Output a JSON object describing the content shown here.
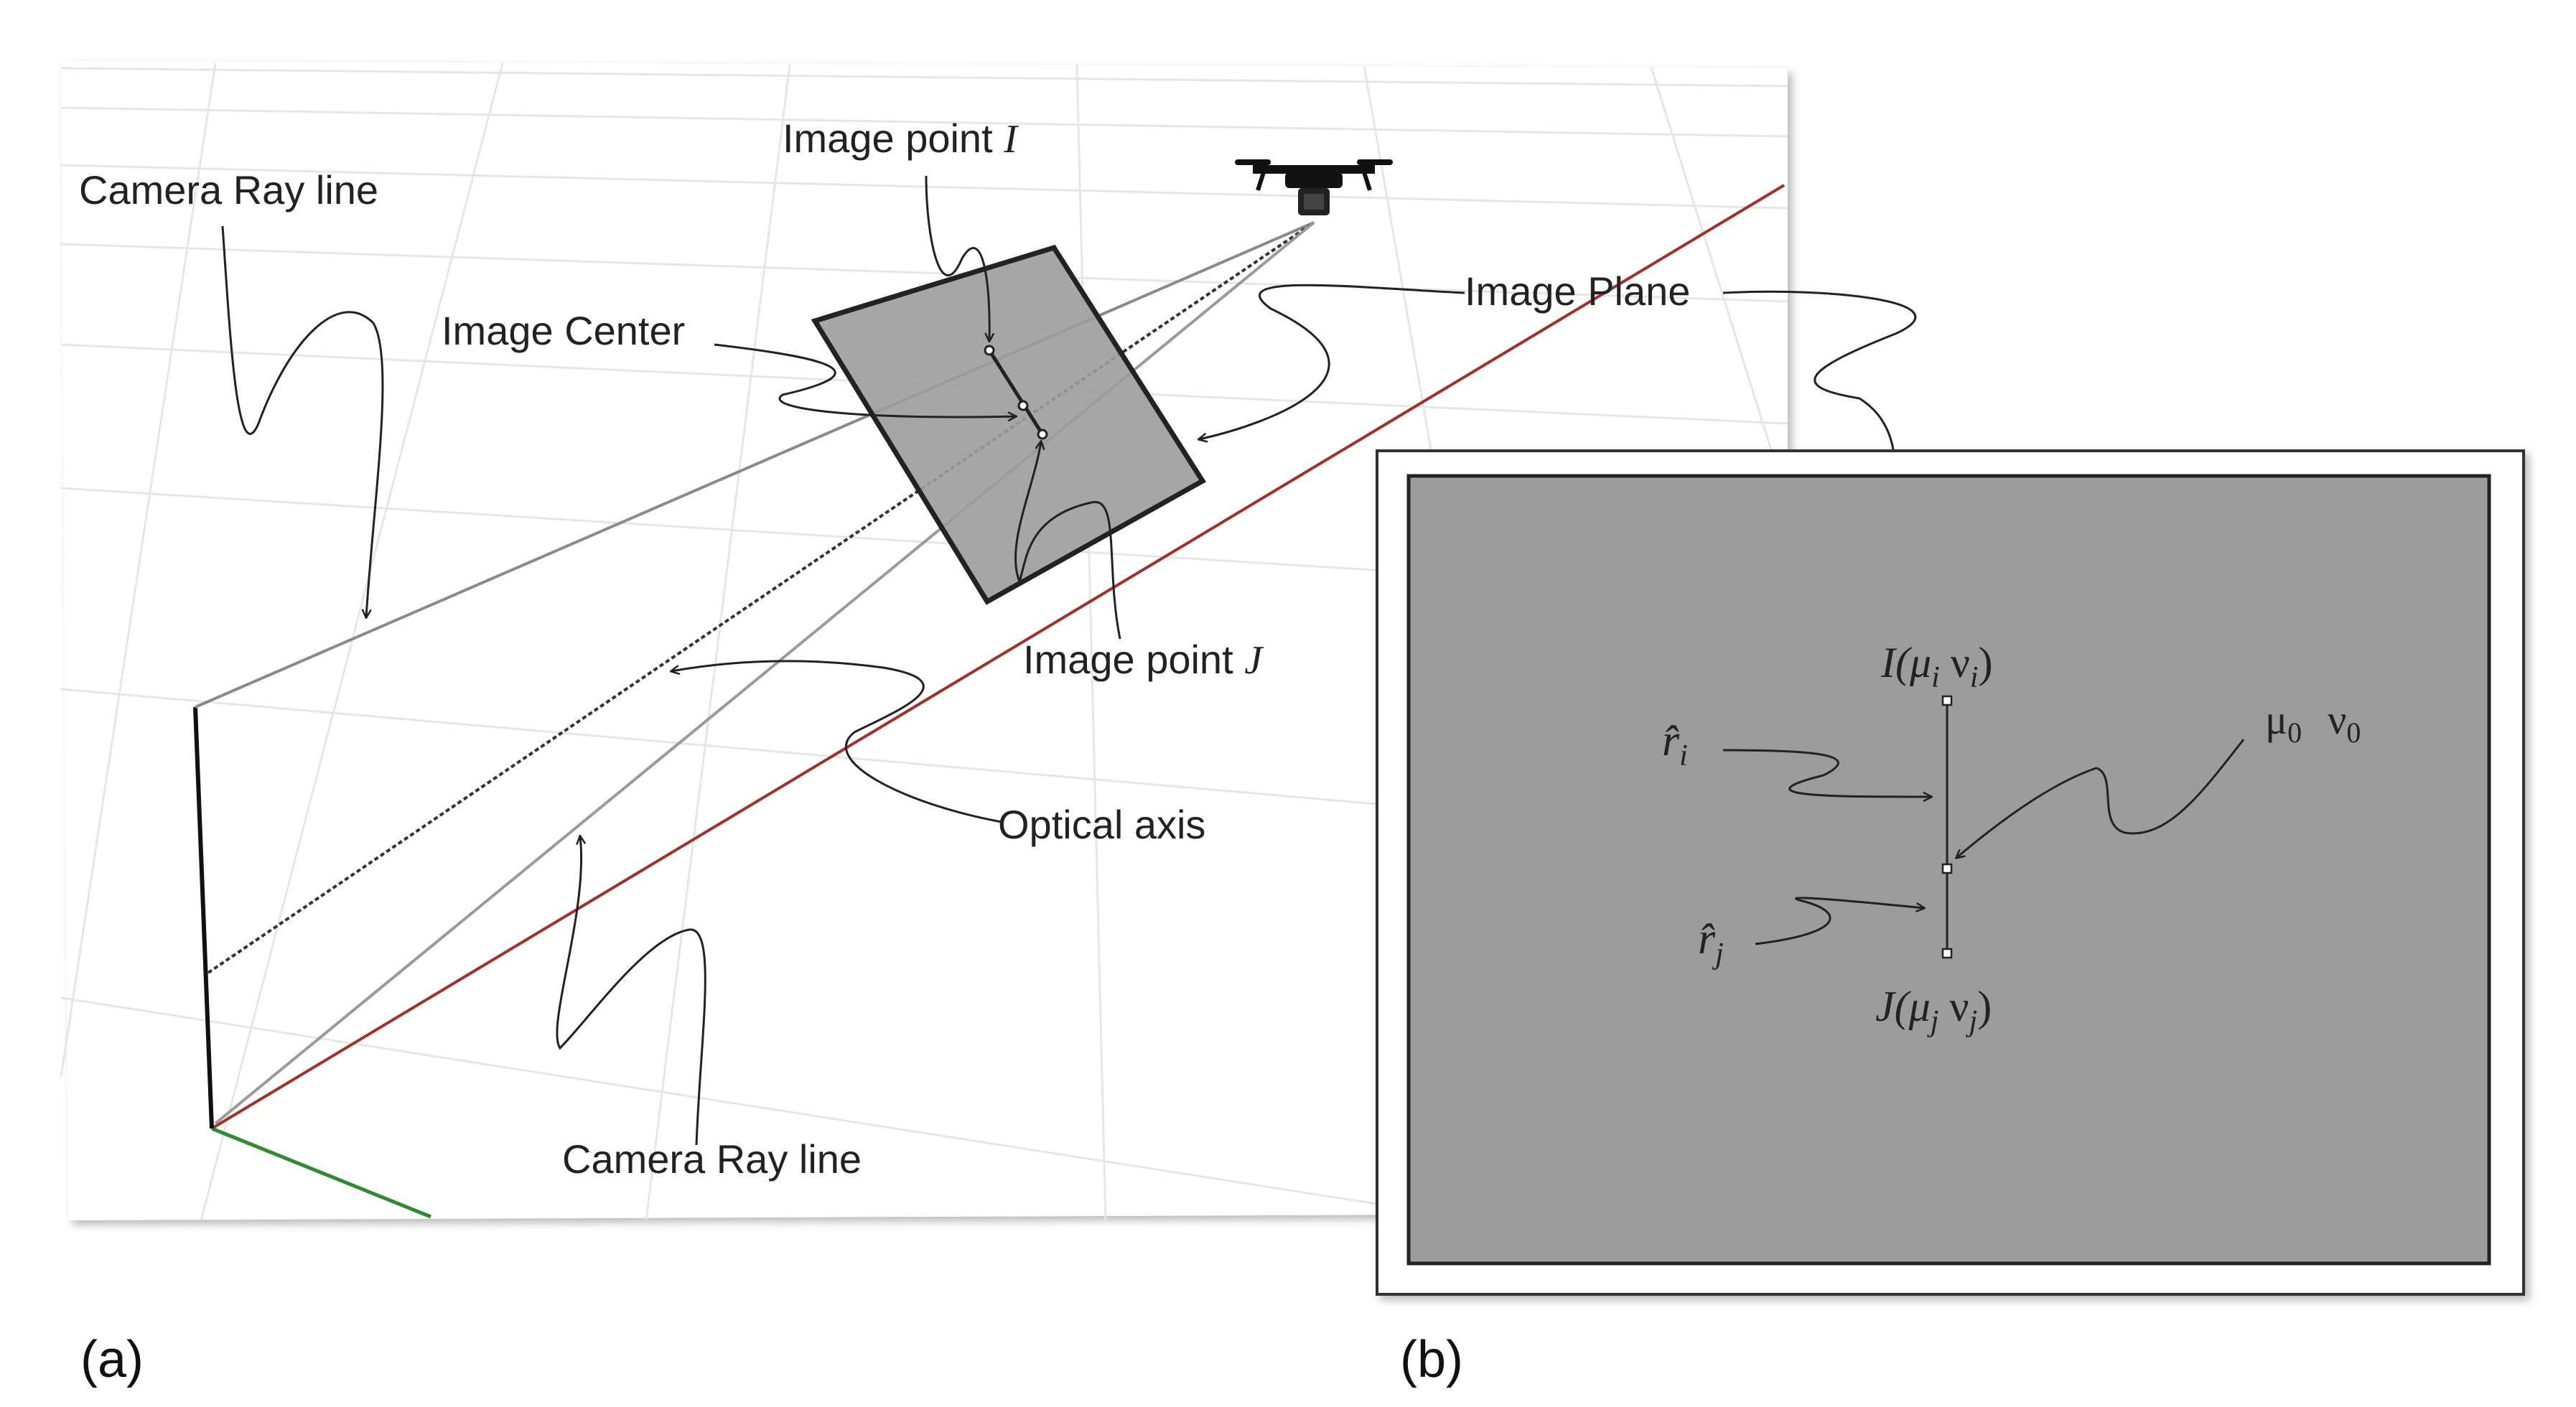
{
  "panels": {
    "a": {
      "tag": "(a)",
      "labels": {
        "camera_ray_top": "Camera Ray line",
        "image_point_i": "Image point ",
        "image_point_i_sym": "I",
        "image_center": "Image Center",
        "image_plane": "Image Plane",
        "image_point_j": "Image point ",
        "image_point_j_sym": "J",
        "optical_axis": "Optical axis",
        "camera_ray_bottom": "Camera Ray line"
      }
    },
    "b": {
      "tag": "(b)",
      "labels": {
        "point_i": "I(μ",
        "point_i_sub": "i",
        "point_i_tail": " ν",
        "point_i_tail_sub": "i",
        "point_i_close": ")",
        "point_j": "J(μ",
        "point_j_sub": "j",
        "point_j_tail": " ν",
        "point_j_tail_sub": "j",
        "point_j_close": ")",
        "r_i": "r̂",
        "r_i_sub": "i",
        "r_j": "r̂",
        "r_j_sub": "j",
        "mu0": "μ",
        "mu0_sub": "0",
        "nu0": "ν",
        "nu0_sub": "0"
      }
    }
  },
  "colors": {
    "image_plane_fill": "#9c9c9c",
    "axis_red": "#a0302a",
    "axis_green": "#2e8b2e",
    "grid": "#e6e6e6"
  },
  "icons": {
    "drone": "quadcopter-drone-icon"
  }
}
